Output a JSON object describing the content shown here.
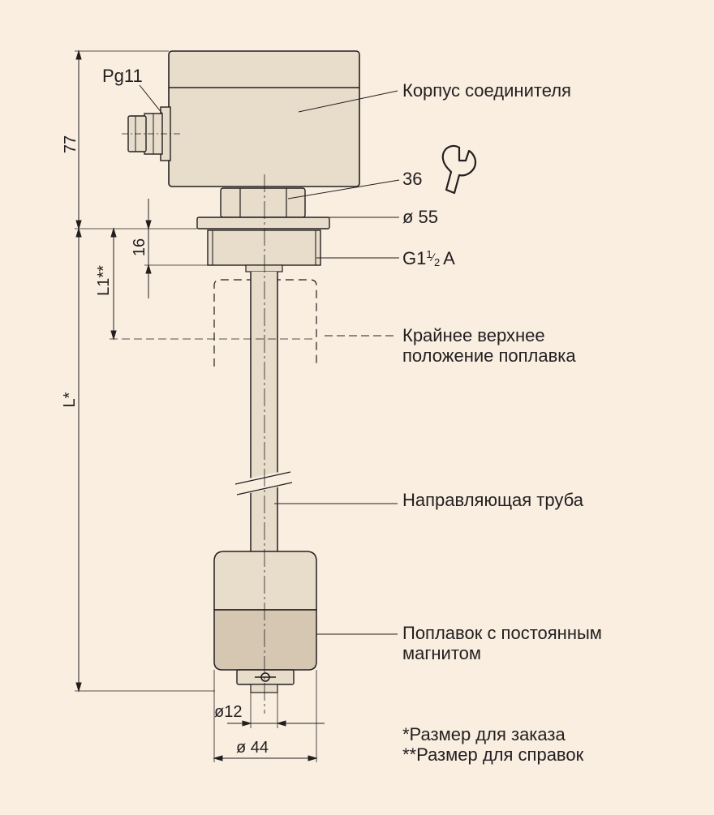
{
  "labels": {
    "housing": "Корпус соединителя",
    "upper_position_line1": "Крайнее верхнее",
    "upper_position_line2": "положение поплавка",
    "guide_tube": "Направляющая труба",
    "float_line1": "Поплавок с постоянным",
    "float_line2": "магнитом",
    "cable_gland": "Pg11"
  },
  "dimensions": {
    "height_77": "77",
    "wrench_36": "36",
    "dia_55": "ø 55",
    "thread_main": "G1",
    "thread_sup": "1",
    "thread_sub": "2",
    "thread_suffix": "A",
    "h16": "16",
    "l1": "L1**",
    "l": "L*",
    "dia_12": "ø12",
    "dia_44": "ø 44"
  },
  "notes": {
    "order_size": "*Размер для заказа",
    "reference_size": "**Размер для справок"
  },
  "colors": {
    "background": "#f9eee0",
    "line": "#231f20",
    "body": "#e8dccb"
  }
}
